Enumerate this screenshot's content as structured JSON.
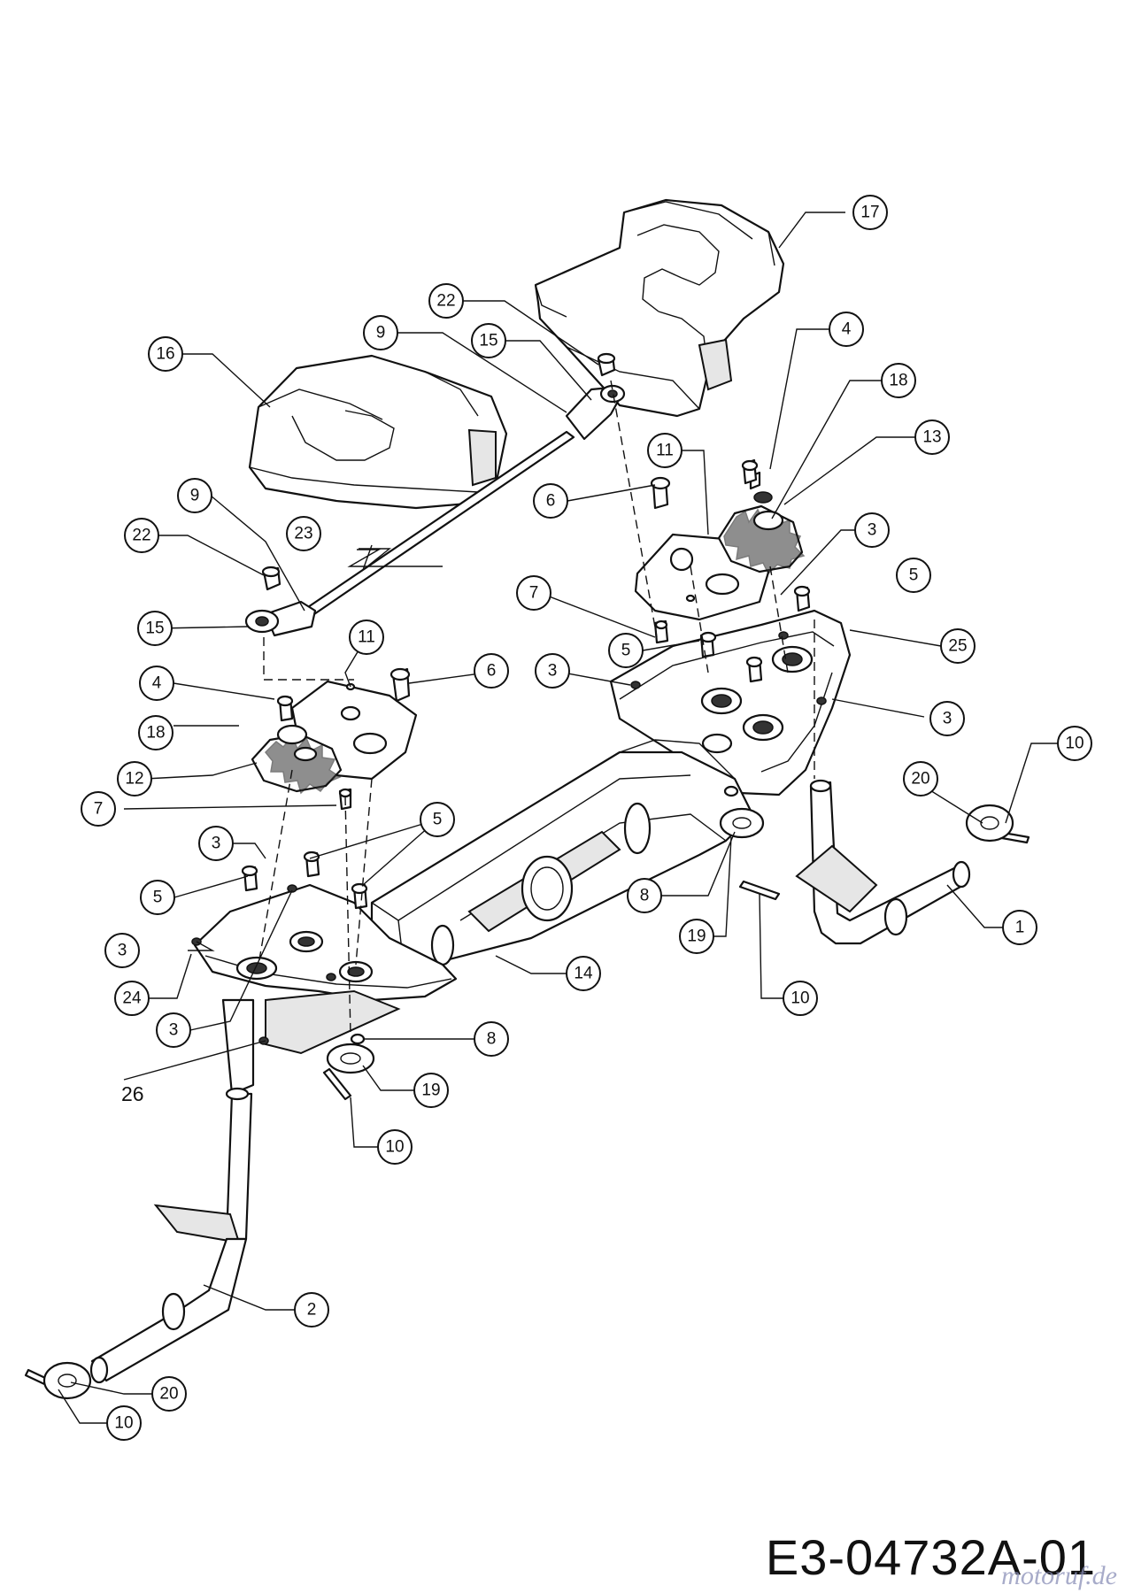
{
  "drawing_code": "E3-04732A-01",
  "watermark": "motoruf.de",
  "callouts": [
    {
      "text": "17"
    },
    {
      "text": "22"
    },
    {
      "text": "9"
    },
    {
      "text": "15"
    },
    {
      "text": "16"
    },
    {
      "text": "4"
    },
    {
      "text": "18"
    },
    {
      "text": "13"
    },
    {
      "text": "11"
    },
    {
      "text": "6"
    },
    {
      "text": "9"
    },
    {
      "text": "22"
    },
    {
      "text": "23"
    },
    {
      "text": "3"
    },
    {
      "text": "5"
    },
    {
      "text": "7"
    },
    {
      "text": "15"
    },
    {
      "text": "25"
    },
    {
      "text": "5"
    },
    {
      "text": "3"
    },
    {
      "text": "11"
    },
    {
      "text": "6"
    },
    {
      "text": "3"
    },
    {
      "text": "4"
    },
    {
      "text": "10"
    },
    {
      "text": "18"
    },
    {
      "text": "20"
    },
    {
      "text": "12"
    },
    {
      "text": "7"
    },
    {
      "text": "5"
    },
    {
      "text": "3"
    },
    {
      "text": "8"
    },
    {
      "text": "5"
    },
    {
      "text": "1"
    },
    {
      "text": "19"
    },
    {
      "text": "3"
    },
    {
      "text": "14"
    },
    {
      "text": "24"
    },
    {
      "text": "10"
    },
    {
      "text": "3"
    },
    {
      "text": "8"
    },
    {
      "text": "19"
    },
    {
      "text": "10"
    },
    {
      "text": "2"
    },
    {
      "text": "20"
    },
    {
      "text": "10"
    }
  ],
  "plain_labels": [
    "26"
  ]
}
